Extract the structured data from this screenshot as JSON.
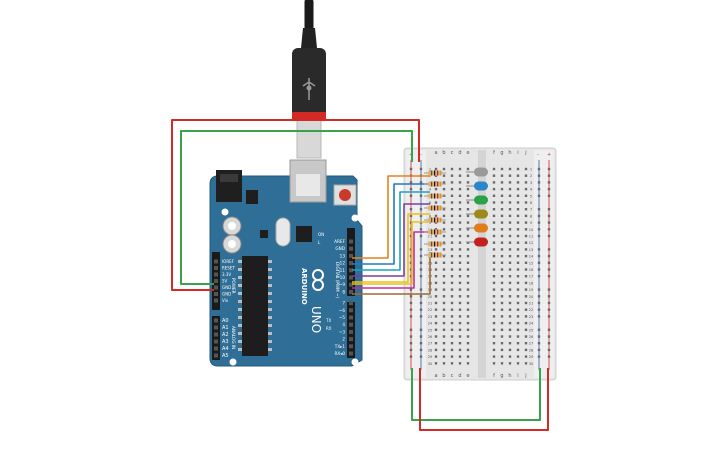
{
  "board": {
    "brand": "ARDUINO",
    "model": "UNO",
    "on_label": "ON",
    "tx_label": "TX",
    "rx_label": "RX",
    "l_label": "L",
    "reset_label": "RESET",
    "digital_label": "DIGITAL (PWM ~)",
    "power_label": "POWER",
    "analog_label": "ANALOG IN",
    "digital_pins": [
      "AREF",
      "GND",
      "13",
      "12",
      "~11",
      "~10",
      "~9",
      "8",
      "7",
      "~6",
      "~5",
      "4",
      "~3",
      "2",
      "TX▸1",
      "RX◂0"
    ],
    "power_pins": [
      "IOREF",
      "RESET",
      "3.3V",
      "5V",
      "GND",
      "GND",
      "Vin"
    ],
    "analog_pins": [
      "A0",
      "A1",
      "A2",
      "A3",
      "A4",
      "A5"
    ]
  },
  "breadboard": {
    "col_letters_left": [
      "a",
      "b",
      "c",
      "d",
      "e"
    ],
    "col_letters_right": [
      "f",
      "g",
      "h",
      "i",
      "j"
    ],
    "rail_plus": "+",
    "rail_minus": "-",
    "row_numbers": [
      "1",
      "2",
      "3",
      "4",
      "5",
      "6",
      "7",
      "8",
      "9",
      "10",
      "11",
      "12",
      "13",
      "14",
      "15",
      "16",
      "17",
      "18",
      "19",
      "20",
      "21",
      "22",
      "23",
      "24",
      "25",
      "26",
      "27",
      "28",
      "29",
      "30"
    ]
  },
  "colors": {
    "board": "#2f6e96",
    "wire_red": "#d42a26",
    "wire_green": "#3aa24a",
    "wire_orange": "#e8821c",
    "wire_blue": "#2479c3",
    "wire_cyan": "#19a3c4",
    "wire_purple": "#7a3fa2",
    "wire_yellow": "#e8c21c",
    "wire_magenta": "#c22ea0",
    "wire_brown": "#9a6a36",
    "led_gray": "#9a9a9a",
    "led_blue": "#2b86c8",
    "led_green": "#2aa24a",
    "led_olive": "#9b8a1a",
    "led_orange": "#e07e1c",
    "led_red": "#c42020"
  },
  "leds": [
    "led_gray",
    "led_blue",
    "led_green",
    "led_olive",
    "led_orange",
    "led_red"
  ],
  "icons": [
    "usb-cable-icon",
    "arduino-logo-icon"
  ]
}
